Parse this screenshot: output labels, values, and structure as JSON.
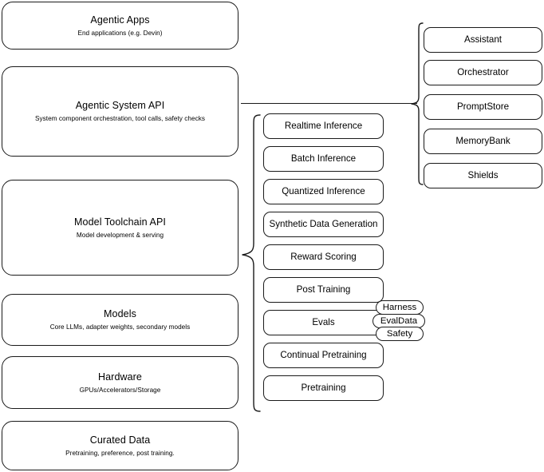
{
  "diagram": {
    "title": "Agentic stack layer diagram",
    "stroke_color": "#1a1a1a",
    "background_color": "#ffffff"
  },
  "layers": [
    {
      "title": "Agentic Apps",
      "subtitle": "End applications (e.g. Devin)"
    },
    {
      "title": "Agentic System API",
      "subtitle": "System component orchestration, tool calls, safety checks"
    },
    {
      "title": "Model Toolchain API",
      "subtitle": "Model development & serving"
    },
    {
      "title": "Models",
      "subtitle": "Core LLMs, adapter weights, secondary models"
    },
    {
      "title": "Hardware",
      "subtitle": "GPUs/Accelerators/Storage"
    },
    {
      "title": "Curated Data",
      "subtitle": "Pretraining, preference, post training."
    }
  ],
  "toolchain_capabilities": [
    {
      "label": "Realtime Inference"
    },
    {
      "label": "Batch Inference"
    },
    {
      "label": "Quantized Inference"
    },
    {
      "label": "Synthetic Data Generation"
    },
    {
      "label": "Reward Scoring"
    },
    {
      "label": "Post Training"
    },
    {
      "label": "Evals"
    },
    {
      "label": "Continual Pretraining"
    },
    {
      "label": "Pretraining"
    }
  ],
  "evals_tags": [
    {
      "label": "Harness"
    },
    {
      "label": "EvalData"
    },
    {
      "label": "Safety"
    }
  ],
  "system_components": [
    {
      "label": "Assistant"
    },
    {
      "label": "Orchestrator"
    },
    {
      "label": "PromptStore"
    },
    {
      "label": "MemoryBank"
    },
    {
      "label": "Shields"
    }
  ]
}
